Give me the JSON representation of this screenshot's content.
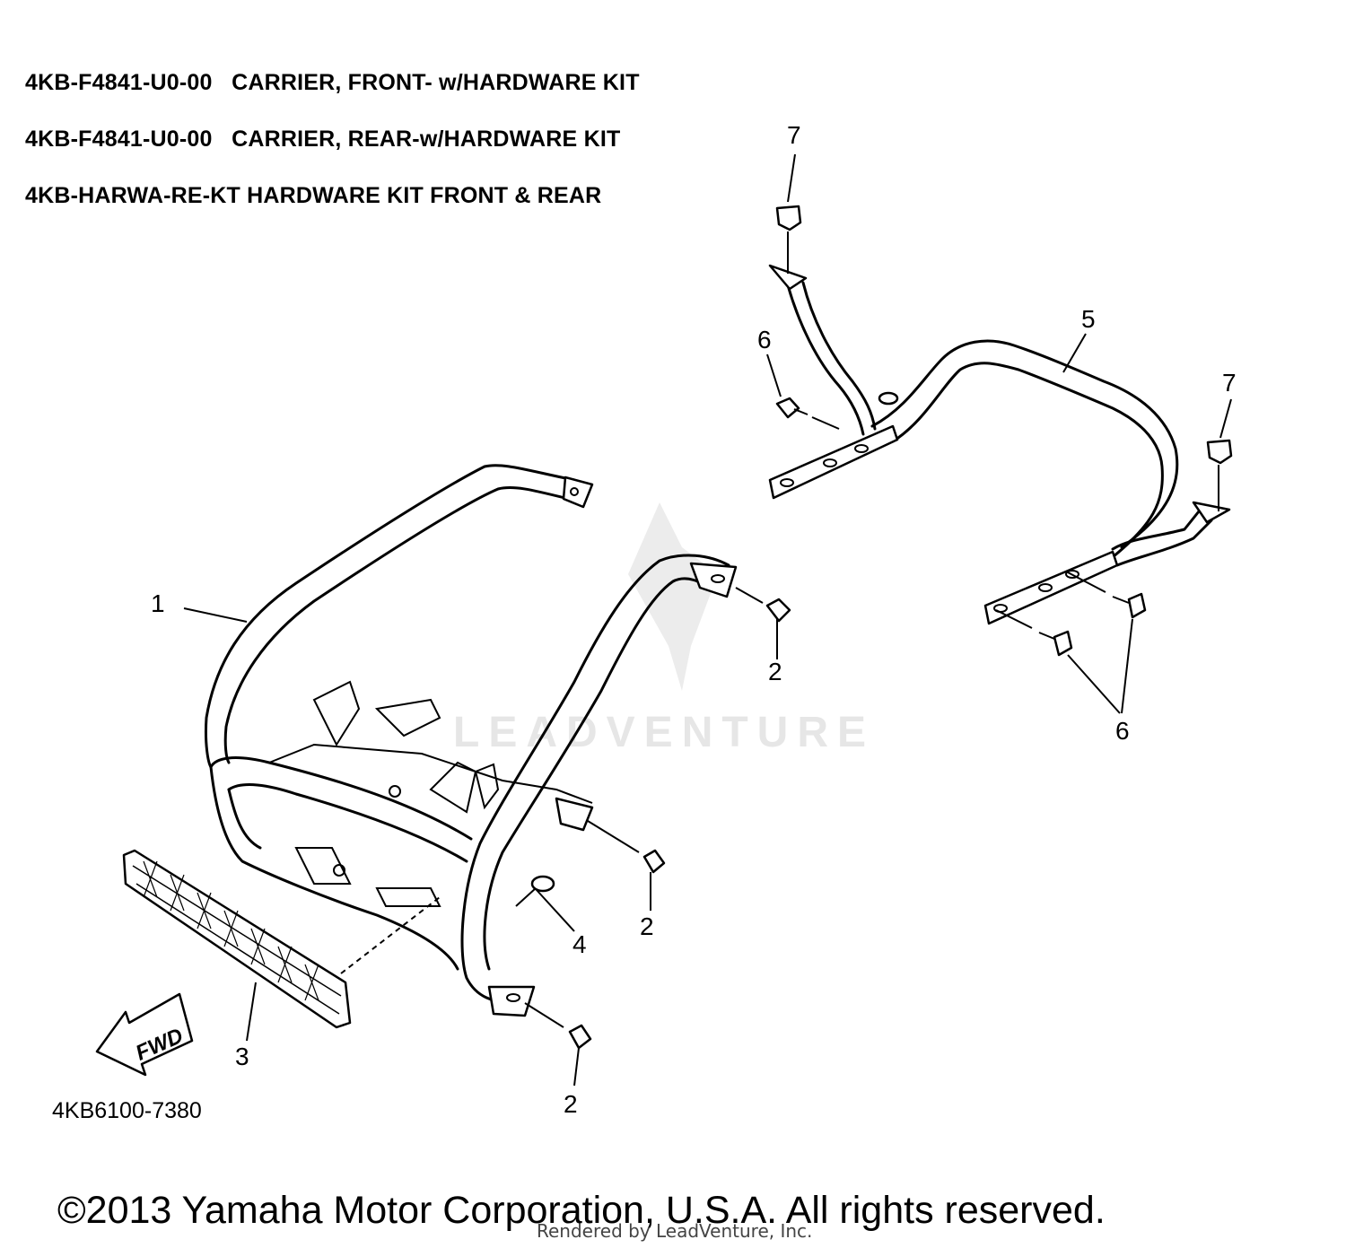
{
  "header": {
    "lines": [
      "4KB-F4841-U0-00   CARRIER, FRONT- w/HARDWARE KIT",
      "4KB-F4841-U0-00   CARRIER, REAR-w/HARDWARE KIT",
      "4KB-HARWA-RE-KT HARDWARE KIT FRONT & REAR"
    ]
  },
  "callouts": {
    "front_carrier": "1",
    "bolt_top_right": "2",
    "bolt_mid": "2",
    "bolt_bottom": "2",
    "grille": "3",
    "washer": "4",
    "rear_carrier": "5",
    "bolt_rear_left": "6",
    "bolts_rear_right": "6",
    "cap_left": "7",
    "cap_right": "7"
  },
  "fwd_arrow": {
    "label": "FWD"
  },
  "drawing_number": "4KB6100-7380",
  "watermark": {
    "text": "LEADVENTURE"
  },
  "footer": {
    "copyright": "©2013 Yamaha Motor Corporation, U.S.A. All rights reserved.",
    "rendered_by": "Rendered by LeadVenture, Inc."
  }
}
